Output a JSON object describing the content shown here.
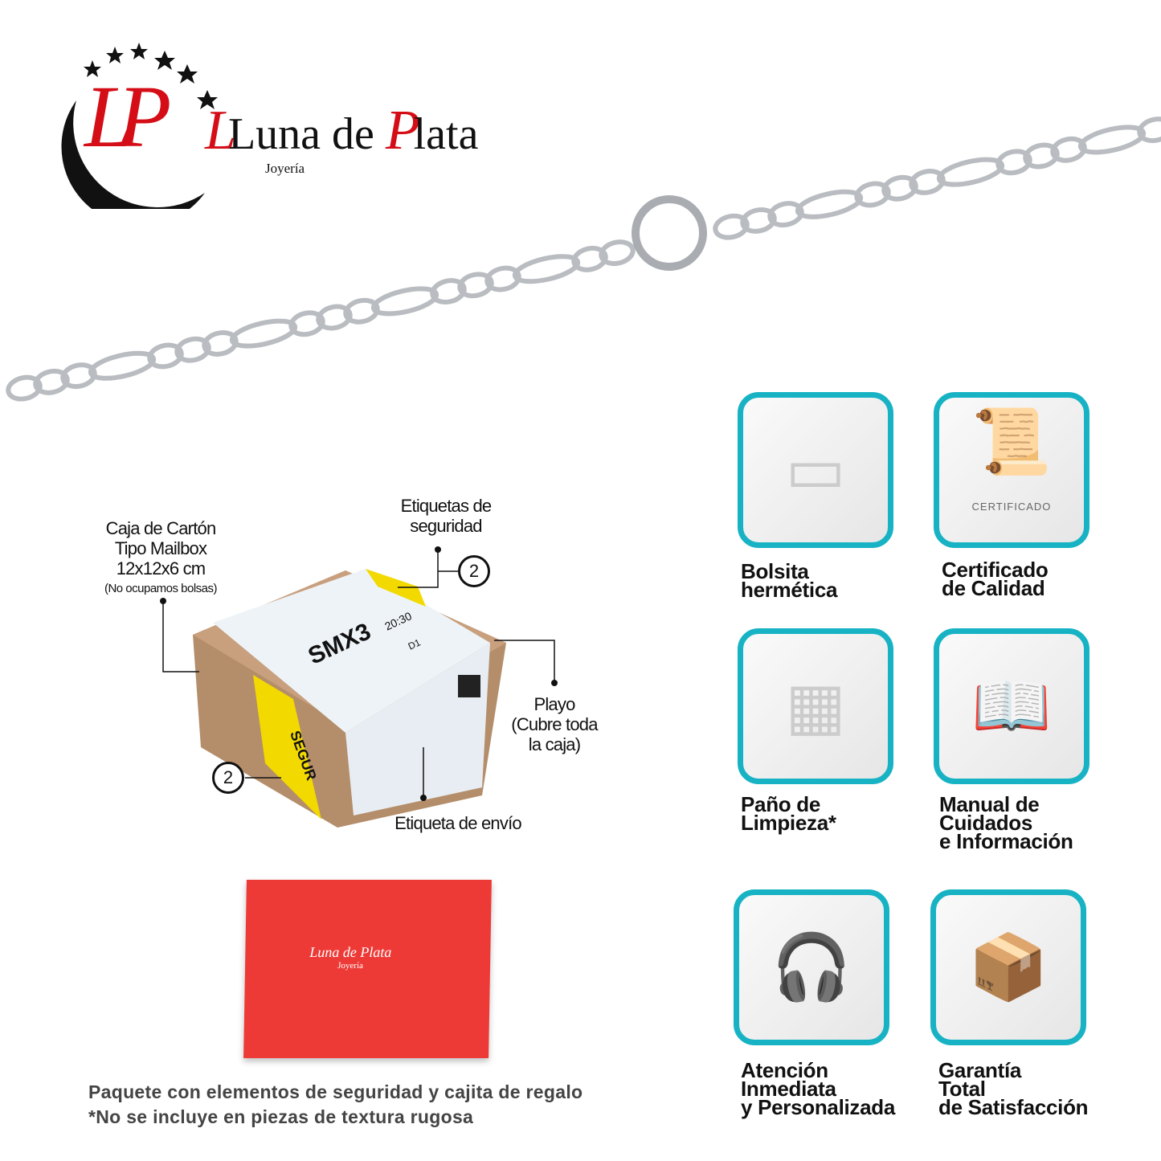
{
  "brand": {
    "name_part1": "Luna de",
    "name_part2": "lata",
    "initial_l": "L",
    "initial_p": "P",
    "monogram": "LP",
    "tagline": "Joyería"
  },
  "colors": {
    "accent": "#17b3c4",
    "brand_red": "#d40d16",
    "gift_box": "#ee3a36"
  },
  "package": {
    "box_label": [
      "Caja de Cartón",
      "Tipo Mailbox",
      "12x12x6 cm"
    ],
    "box_note": "(No ocupamos bolsas)",
    "security_label": [
      "Etiquetas de",
      "seguridad"
    ],
    "security_count_top": "2",
    "security_count_bottom": "2",
    "wrap_label": [
      "Playo",
      "(Cubre toda",
      "la caja)"
    ],
    "shipping_label": "Etiqueta de envío",
    "box_code": "SMX3",
    "box_time": "20:30",
    "box_route": "D1",
    "seal_text": "SEGUR"
  },
  "gift_box": {
    "brand": "Luna de Plata",
    "tagline": "Joyería"
  },
  "caption": {
    "line1": "Paquete con elementos de seguridad y cajita de regalo",
    "line2": "*No se incluye en piezas de textura rugosa"
  },
  "items": [
    {
      "label": [
        "Bolsita",
        "hermética"
      ],
      "icon": "zip-bag"
    },
    {
      "label": [
        "Certificado",
        "de Calidad"
      ],
      "icon": "certificate",
      "image_text": "CERTIFICADO"
    },
    {
      "label": [
        "Paño de",
        "Limpieza*"
      ],
      "icon": "cleaning-cloth"
    },
    {
      "label": [
        "Manual de",
        "Cuidados",
        "e Información"
      ],
      "icon": "manual"
    },
    {
      "label": [
        "Atención",
        "Inmediata",
        "y Personalizada"
      ],
      "icon": "support-agent"
    },
    {
      "label": [
        "Garantía",
        "Total",
        "de Satisfacción"
      ],
      "icon": "happy-customer"
    }
  ]
}
